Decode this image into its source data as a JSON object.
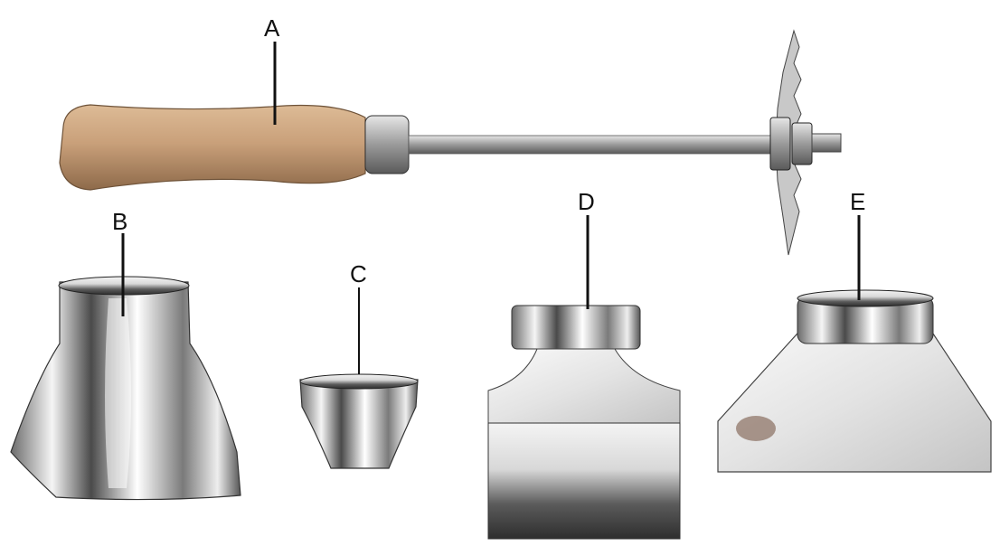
{
  "labels": {
    "a": "A",
    "b": "B",
    "c": "C",
    "d": "D",
    "e": "E"
  },
  "parts": [
    {
      "label": "A",
      "depicts": "wooden-handle-tool-with-rod-and-serrated-disc"
    },
    {
      "label": "B",
      "depicts": "flared-chrome-nozzle"
    },
    {
      "label": "C",
      "depicts": "small-chrome-cup"
    },
    {
      "label": "D",
      "depicts": "flat-wide-chrome-nozzle"
    },
    {
      "label": "E",
      "depicts": "pyramid-chrome-nozzle"
    }
  ],
  "colors": {
    "background": "#ffffff",
    "wood": "#c9a07a",
    "chrome_light": "#f2f2f2",
    "chrome_dark": "#3a3a3a",
    "label_line": "#111111"
  }
}
